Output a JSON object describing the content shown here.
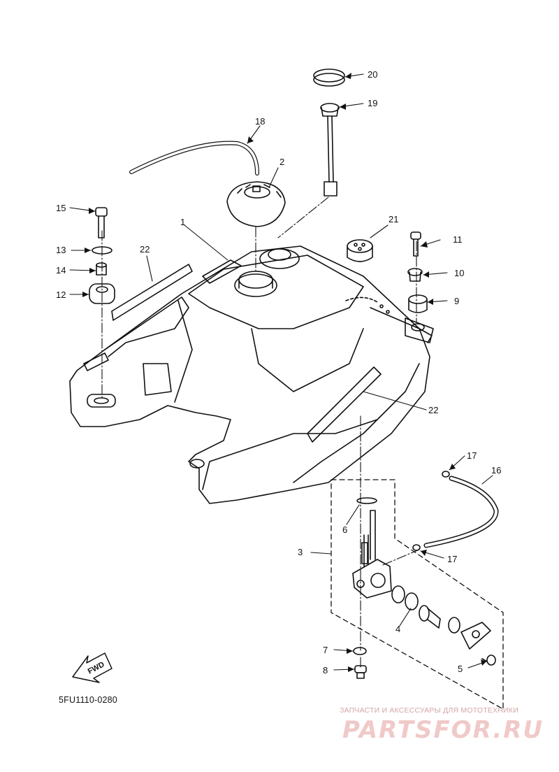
{
  "diagram": {
    "part_code": "5FU1110-0280",
    "fwd_label": "FWD",
    "callouts": {
      "c1": "1",
      "c2": "2",
      "c3": "3",
      "c4": "4",
      "c5": "5",
      "c6": "6",
      "c7": "7",
      "c8": "8",
      "c9": "9",
      "c10": "10",
      "c11": "11",
      "c12": "12",
      "c13": "13",
      "c14": "14",
      "c15": "15",
      "c16": "16",
      "c17a": "17",
      "c17b": "17",
      "c18": "18",
      "c19": "19",
      "c20": "20",
      "c21": "21",
      "c22a": "22",
      "c22b": "22"
    }
  },
  "watermark": {
    "subtitle": "ЗАПЧАСТИ И АКСЕССУАРЫ ДЛЯ МОТОТЕХНИКИ",
    "brand": "PARTSFOR.RU"
  },
  "colors": {
    "line": "#111111",
    "watermark": "#f0c9c9"
  }
}
